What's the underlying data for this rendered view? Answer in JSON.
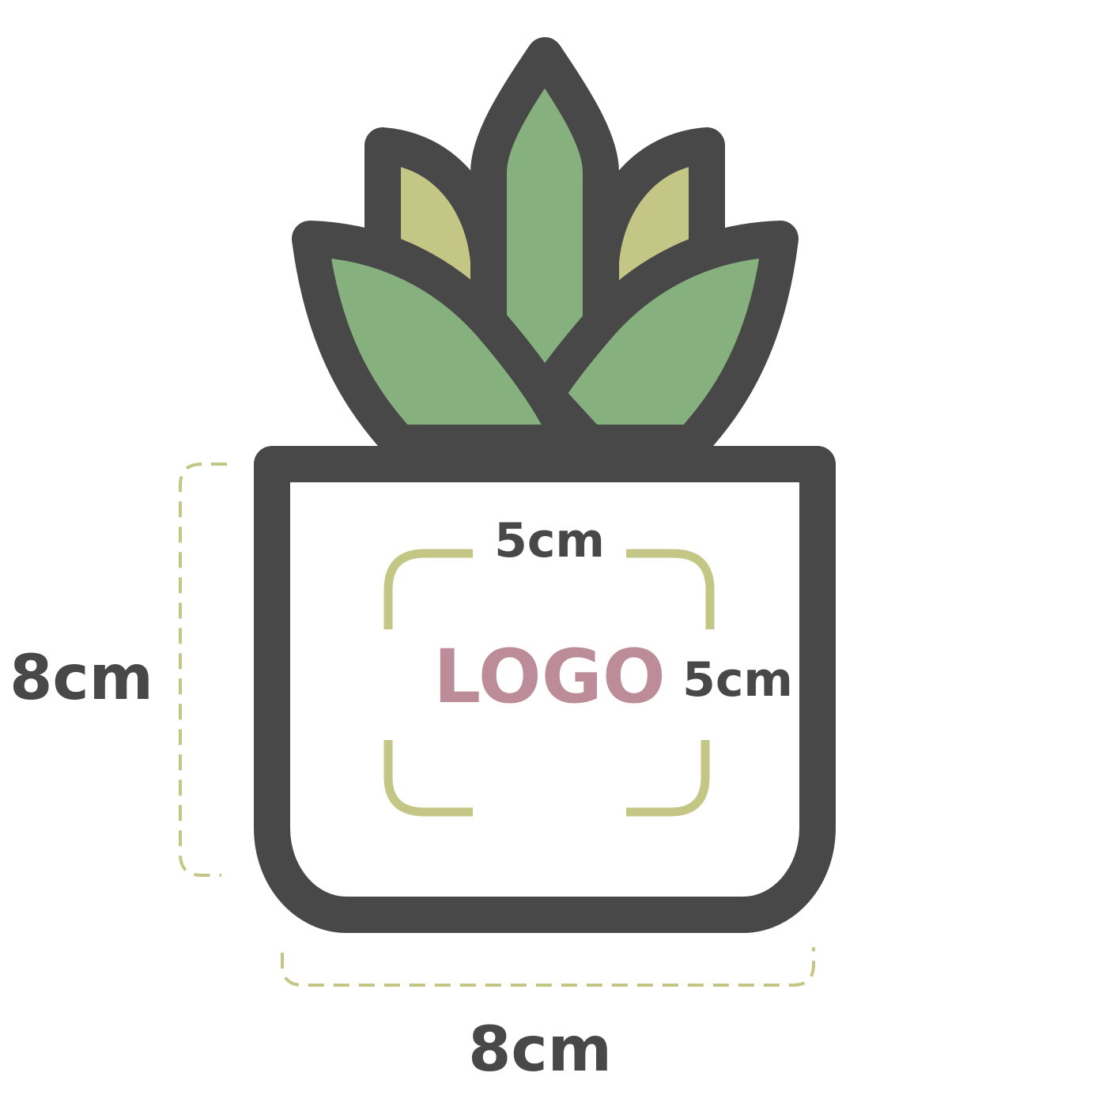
{
  "labels": {
    "pot_height": "8cm",
    "pot_width": "8cm",
    "logo_width": "5cm",
    "logo_height": "5cm",
    "logo": "LOGO"
  },
  "colors": {
    "outline": "#484848",
    "leaf_green": "#86B07D",
    "leaf_olive": "#C4C685",
    "pot_fill": "#ffffff",
    "dimension_line": "#C4C685",
    "logo_text": "#BC8C99",
    "label_text": "#484848"
  }
}
